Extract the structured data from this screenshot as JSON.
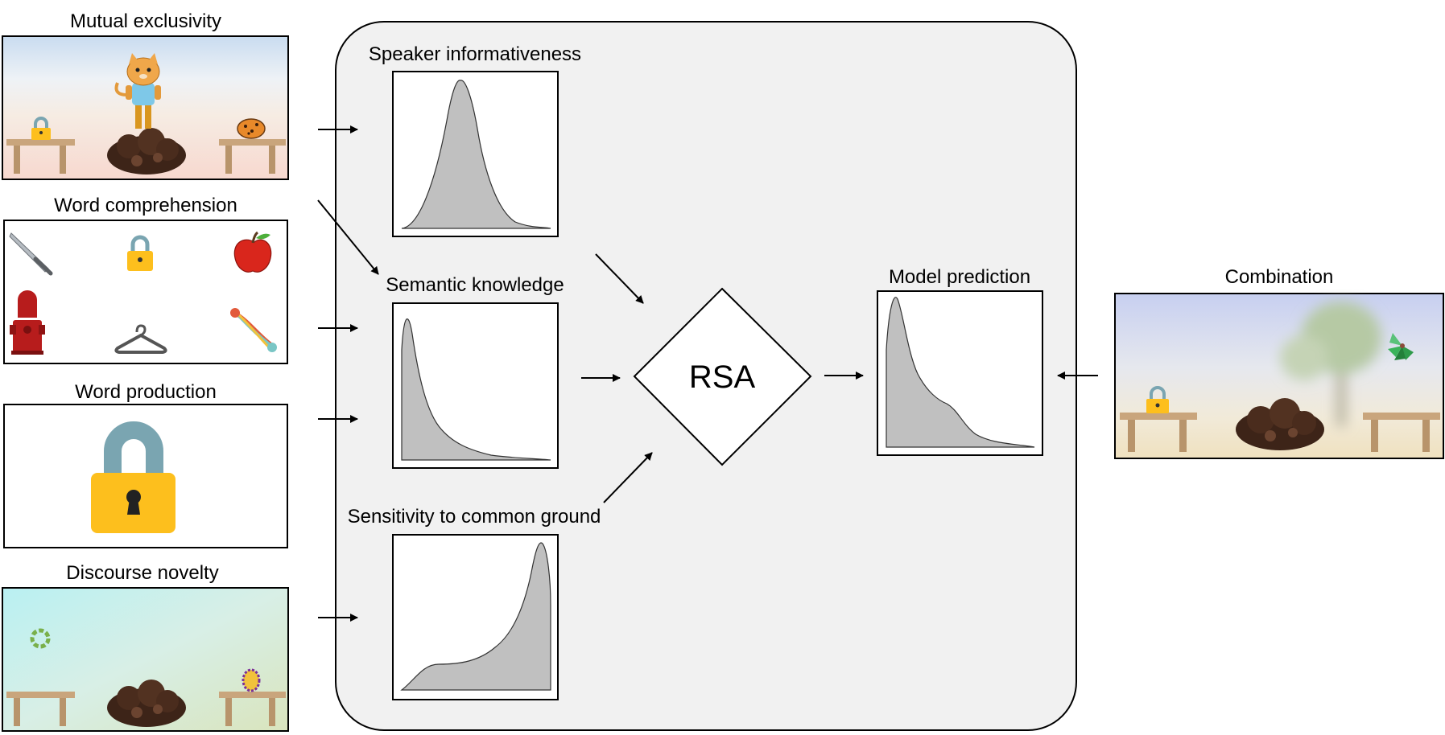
{
  "tasks": {
    "mutual_exclusivity": "Mutual exclusivity",
    "word_comprehension": "Word comprehension",
    "word_production": "Word production",
    "discourse_novelty": "Discourse novelty"
  },
  "parameters": {
    "speaker_informativeness": "Speaker informativeness",
    "semantic_knowledge": "Semantic knowledge",
    "sensitivity_common_ground": "Sensitivity to common ground"
  },
  "model": {
    "name": "RSA",
    "prediction": "Model prediction"
  },
  "combination": "Combination",
  "colors": {
    "panel_fill": "#f1f1f1",
    "distribution_fill": "#c0c0c0",
    "lock_yellow": "#fdbf1d",
    "lock_shackle": "#7aa5b1",
    "table": "#c9a57c"
  },
  "icons": [
    "cat-character-icon",
    "lock-icon",
    "cookie-icon",
    "dirt-mound-icon",
    "table-icon",
    "knife-icon",
    "apple-icon",
    "fire-hydrant-icon",
    "hanger-icon",
    "rope-toy-icon",
    "ring-icon",
    "egg-icon",
    "pinwheel-icon",
    "tree-icon"
  ]
}
